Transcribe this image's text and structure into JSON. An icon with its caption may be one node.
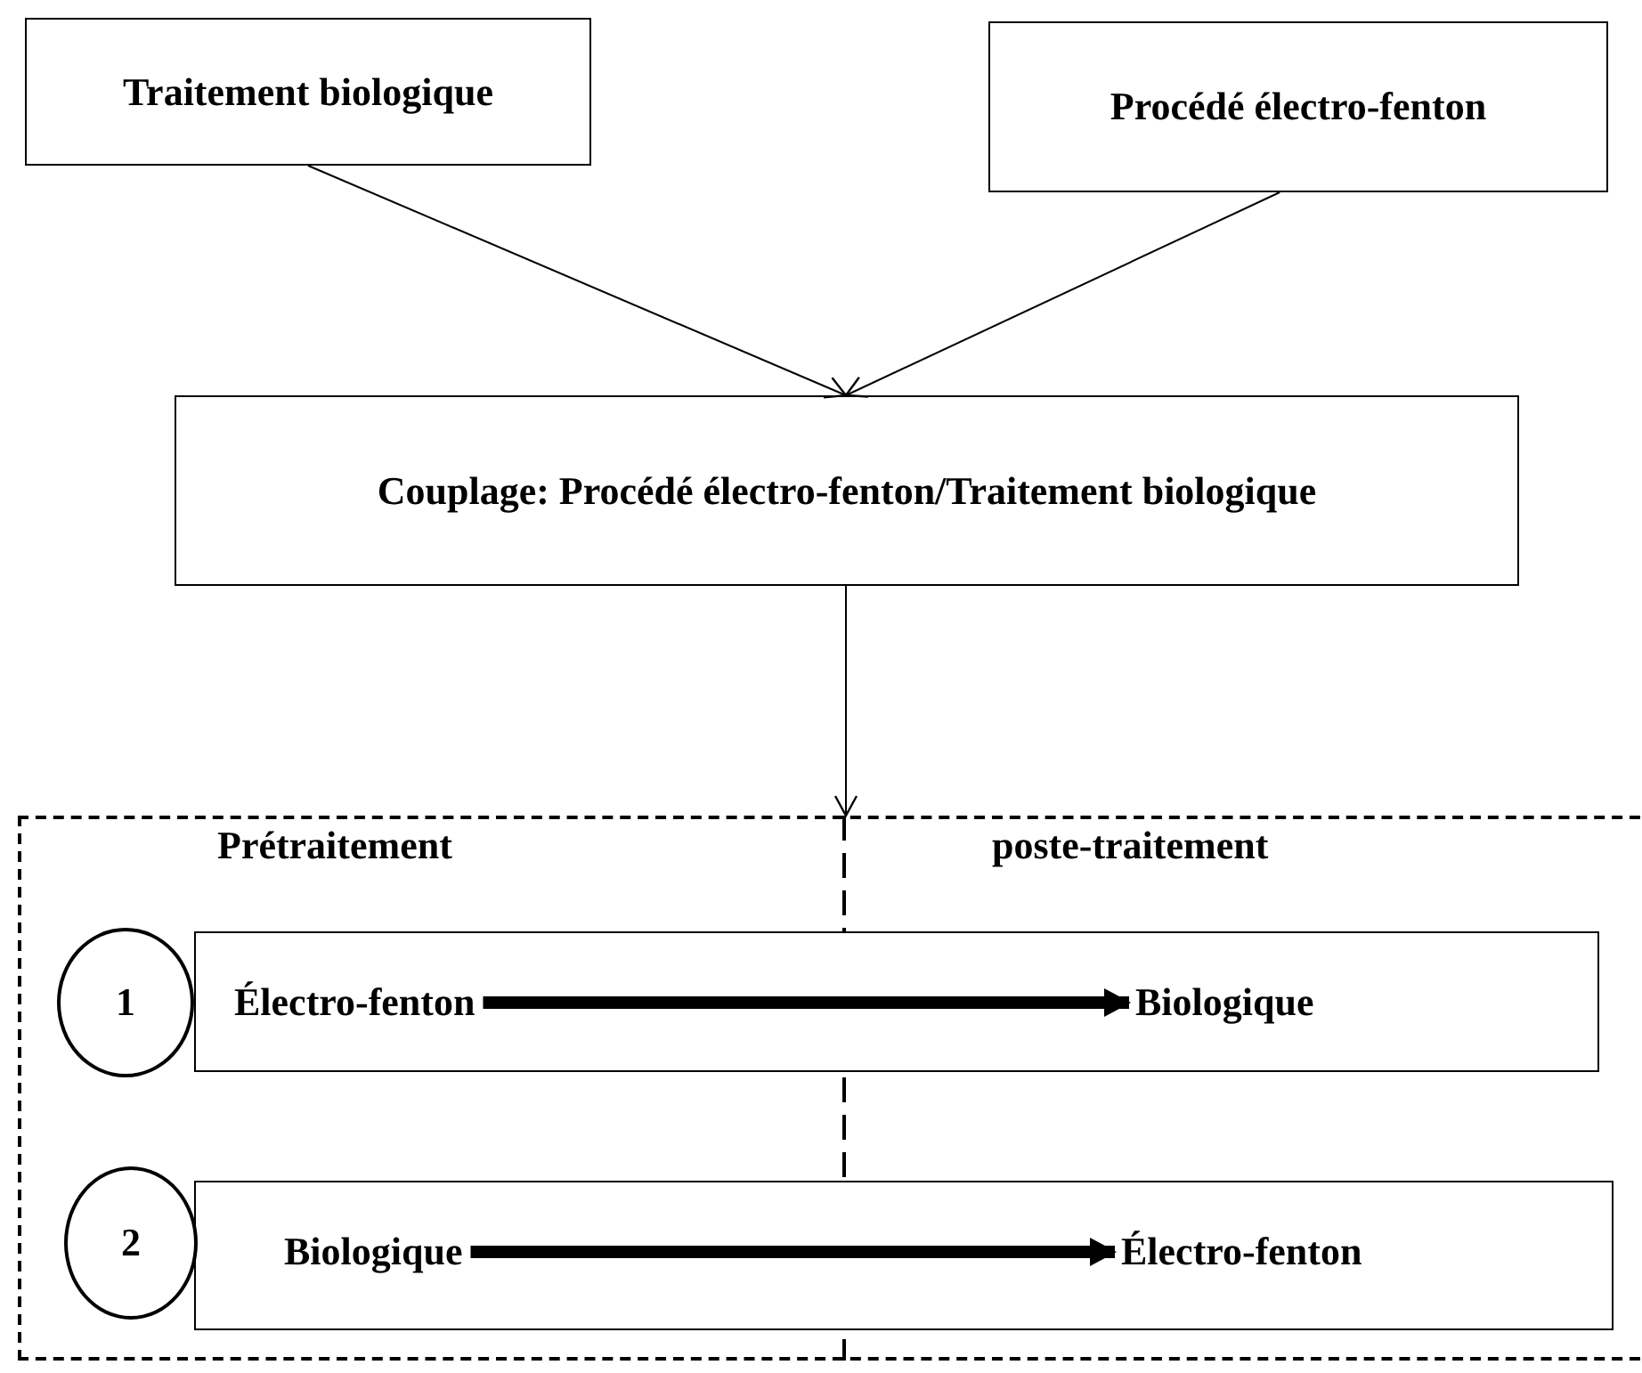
{
  "diagram": {
    "nodes": [
      {
        "text": [
          "Traitement biologique"
        ]
      },
      {
        "text": [
          "Procédé électro-fenton"
        ]
      },
      {
        "text": [
          "Couplage: Procédé électro-fenton/Traitement biologique"
        ]
      },
      {
        "text": [
          "Prétraitement",
          "poste-traitement"
        ]
      },
      {
        "text": [
          "1"
        ],
        "in": 3
      },
      {
        "text": [],
        "shape": "box",
        "in": 3
      },
      {
        "text": [
          "Électro-fenton"
        ],
        "in": 5
      },
      {
        "text": [
          "Biologique"
        ],
        "in": 5
      },
      {
        "text": [
          "2"
        ],
        "in": 3
      },
      {
        "text": [],
        "shape": "box",
        "in": 3
      },
      {
        "text": [
          "Biologique"
        ],
        "in": 9
      },
      {
        "text": [
          "Électro-fenton"
        ],
        "in": 9
      }
    ],
    "edges": [
      {
        "from": 0,
        "to": 2,
        "arrow": "to"
      },
      {
        "from": 1,
        "to": 2,
        "arrow": "to"
      },
      {
        "from": 2,
        "to": 3,
        "arrow": "to"
      },
      {
        "from": 6,
        "to": 7,
        "arrow": "to",
        "style": "thick"
      },
      {
        "from": 10,
        "to": 11,
        "arrow": "to",
        "style": "thick"
      }
    ]
  }
}
